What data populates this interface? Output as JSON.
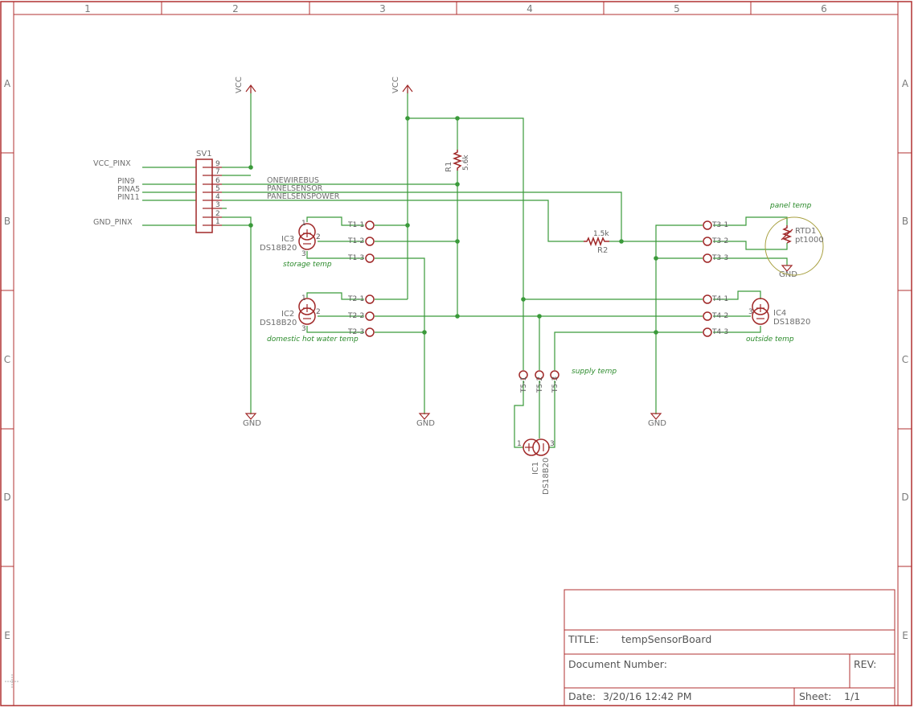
{
  "frame": {
    "columns": [
      "1",
      "2",
      "3",
      "4",
      "5",
      "6"
    ],
    "rows": [
      "A",
      "B",
      "C",
      "D",
      "E"
    ]
  },
  "title_block": {
    "title_label": "TITLE:",
    "title": "tempSensorBoard",
    "docnum_label": "Document Number:",
    "rev_label": "REV:",
    "date_label": "Date:",
    "date": "3/20/16 12:42 PM",
    "sheet_label": "Sheet:",
    "sheet": "1/1"
  },
  "supplies": {
    "vcc": "VCC",
    "gnd": "GND"
  },
  "connector": {
    "name": "SV1",
    "pins": [
      "9",
      "7",
      "6",
      "5",
      "4",
      "3",
      "2",
      "1"
    ],
    "nets": {
      "vcc_pin": "VCC_PINX",
      "pin9": "PIN9",
      "pina5": "PINA5",
      "pin11": "PIN11",
      "gnd_pin": "GND_PINX",
      "onewire": "ONEWIREBUS",
      "panelsensor": "PANELSENSOR",
      "panelsenspower": "PANELSENSPOWER"
    }
  },
  "parts": {
    "r1_name": "R1",
    "r1_value": "5.6k",
    "r2_name": "R2",
    "r2_value": "1.5k",
    "ic1_name": "IC1",
    "ic2_name": "IC2",
    "ic3_name": "IC3",
    "ic4_name": "IC4",
    "sensor_value": "DS18B20",
    "rtd_name": "RTD1",
    "rtd_value": "pt1000",
    "pin_vdd": "1",
    "pin_dq": "2",
    "pin_gnd": "3"
  },
  "terminals": {
    "t1": [
      "T1-1",
      "T1-2",
      "T1-3"
    ],
    "t2": [
      "T2-1",
      "T2-2",
      "T2-3"
    ],
    "t3": [
      "T3-1",
      "T3-2",
      "T3-3"
    ],
    "t4": [
      "T4-1",
      "T4-2",
      "T4-3"
    ],
    "t5": [
      "T5-1",
      "T5-2",
      "T5-3"
    ]
  },
  "notes": {
    "storage": "storage temp",
    "dhw": "domestic hot water temp",
    "supply": "supply temp",
    "panel": "panel temp",
    "outside": "outside temp"
  }
}
